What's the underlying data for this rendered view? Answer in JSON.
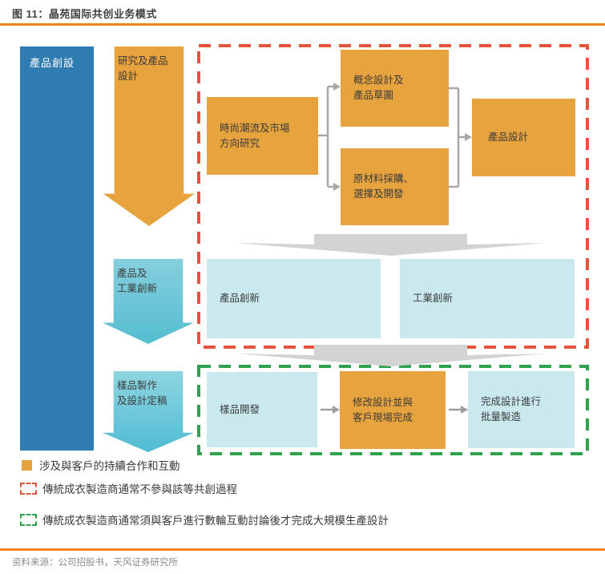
{
  "header": {
    "title": "图 11：晶苑国际共创业务模式"
  },
  "footer": {
    "source": "资料来源：公司招股书，天风证券研究所"
  },
  "colors": {
    "rule_orange": "#f0821e",
    "box_orange": "#e7a33d",
    "phase_blue": "#2e7cb2",
    "arrow_teal": "#5fc1d3",
    "box_light_cyan": "#c9e9ef",
    "dashed_red": "#e2543c",
    "dashed_green": "#2fa24d",
    "connector_gray": "#a8a8a8"
  },
  "diagram": {
    "phase_column": {
      "label": "產品創設"
    },
    "stage_arrows": {
      "stage1": "研究及產品\n設計",
      "stage2": "產品及\n工業創新",
      "stage3": "樣品製作\n及設計定稿"
    },
    "stage1": {
      "research": "時尚潮流及市場\n方向研究",
      "concept": "概念設計及\n產品草圖",
      "materials": "原材料採購、\n選擇及開發",
      "design": "產品設計"
    },
    "stage2": {
      "product_innovation": "產品創新",
      "industrial_innovation": "工業創新"
    },
    "stage3": {
      "sample": "樣品開發",
      "modify": "修改設計並與\n客戶現場完成",
      "complete": "完成設計進行\n批量製造"
    }
  },
  "legend": {
    "items": [
      {
        "label": "涉及與客戶的持續合作和互動"
      },
      {
        "label": "傳統成衣製造商通常不參與該等共創過程"
      },
      {
        "label": "傳統成衣製造商通常須與客戶進行數輪互動討論後才完成大規模生產設計"
      }
    ]
  }
}
